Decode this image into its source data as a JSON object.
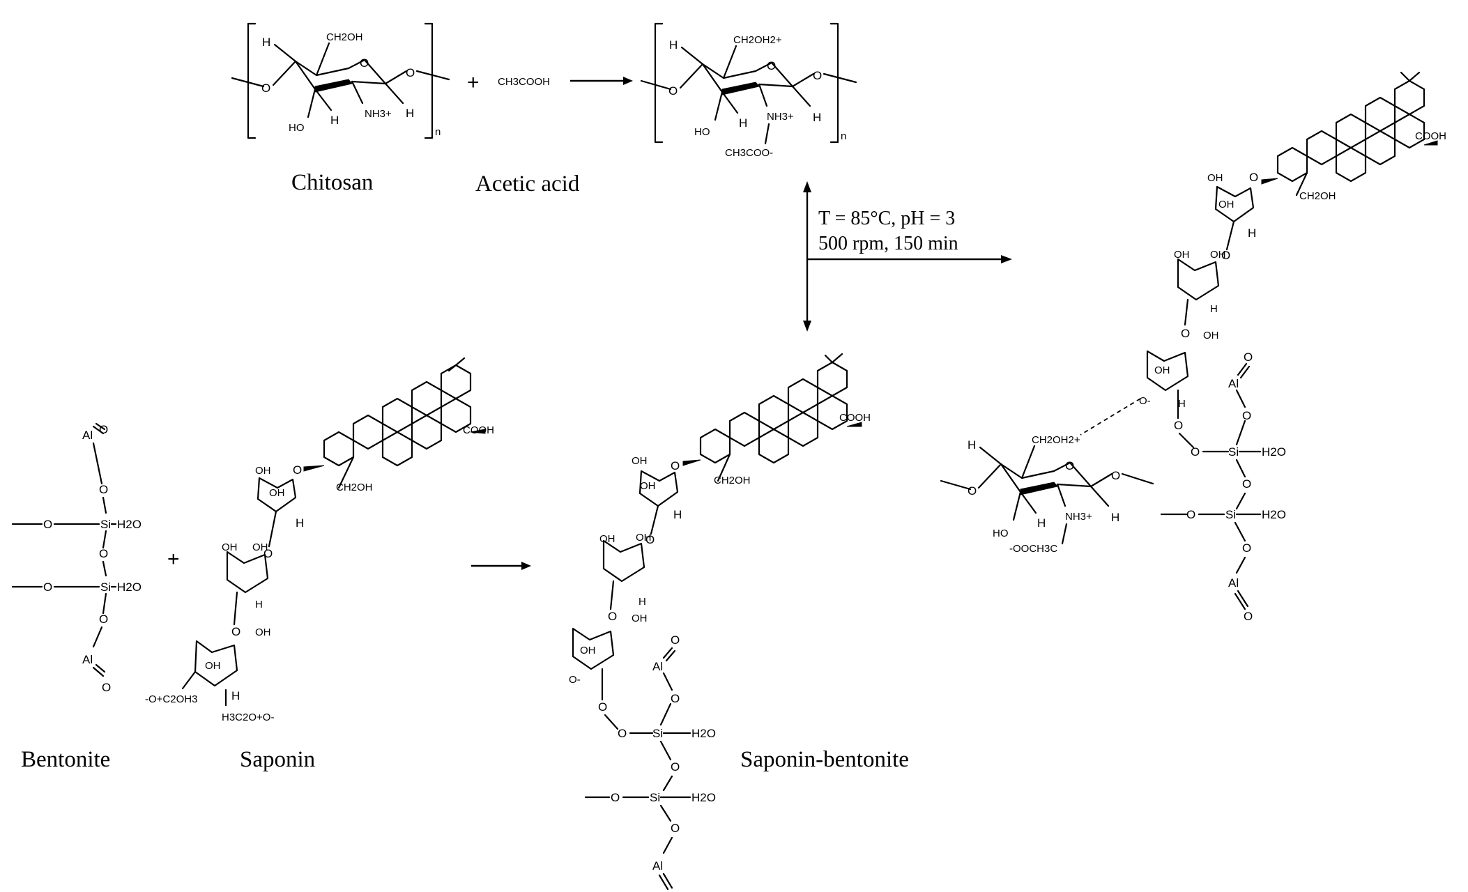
{
  "captions": {
    "chitosan": "Chitosan",
    "acetic_acid": "Acetic acid",
    "bentonite": "Bentonite",
    "saponin": "Saponin",
    "saponin_bentonite": "Saponin-bentonite"
  },
  "conditions": {
    "temperature": "T = 85°C,  pH = 3",
    "stirring": "500 rpm, 150 min"
  },
  "reagents": {
    "acetic_formula": "CH3COOH",
    "plus": "+"
  },
  "labels": {
    "n": "n",
    "ch2oh": "CH2OH",
    "ch2oh2_plus": "CH2OH2+",
    "nh3_plus": "NH3+",
    "oh": "OH",
    "ho": "HO",
    "h": "H",
    "o": "O",
    "cooh": "COOH",
    "al": "Al",
    "si": "Si",
    "h2o_plus": "H2O",
    "acetate": "CH3COO-",
    "o_minus": "O-",
    "ooch3c": "-OOCH3C",
    "oc2h3": "-O+C2OH3",
    "h3c2o": "H3C2O+O-"
  }
}
